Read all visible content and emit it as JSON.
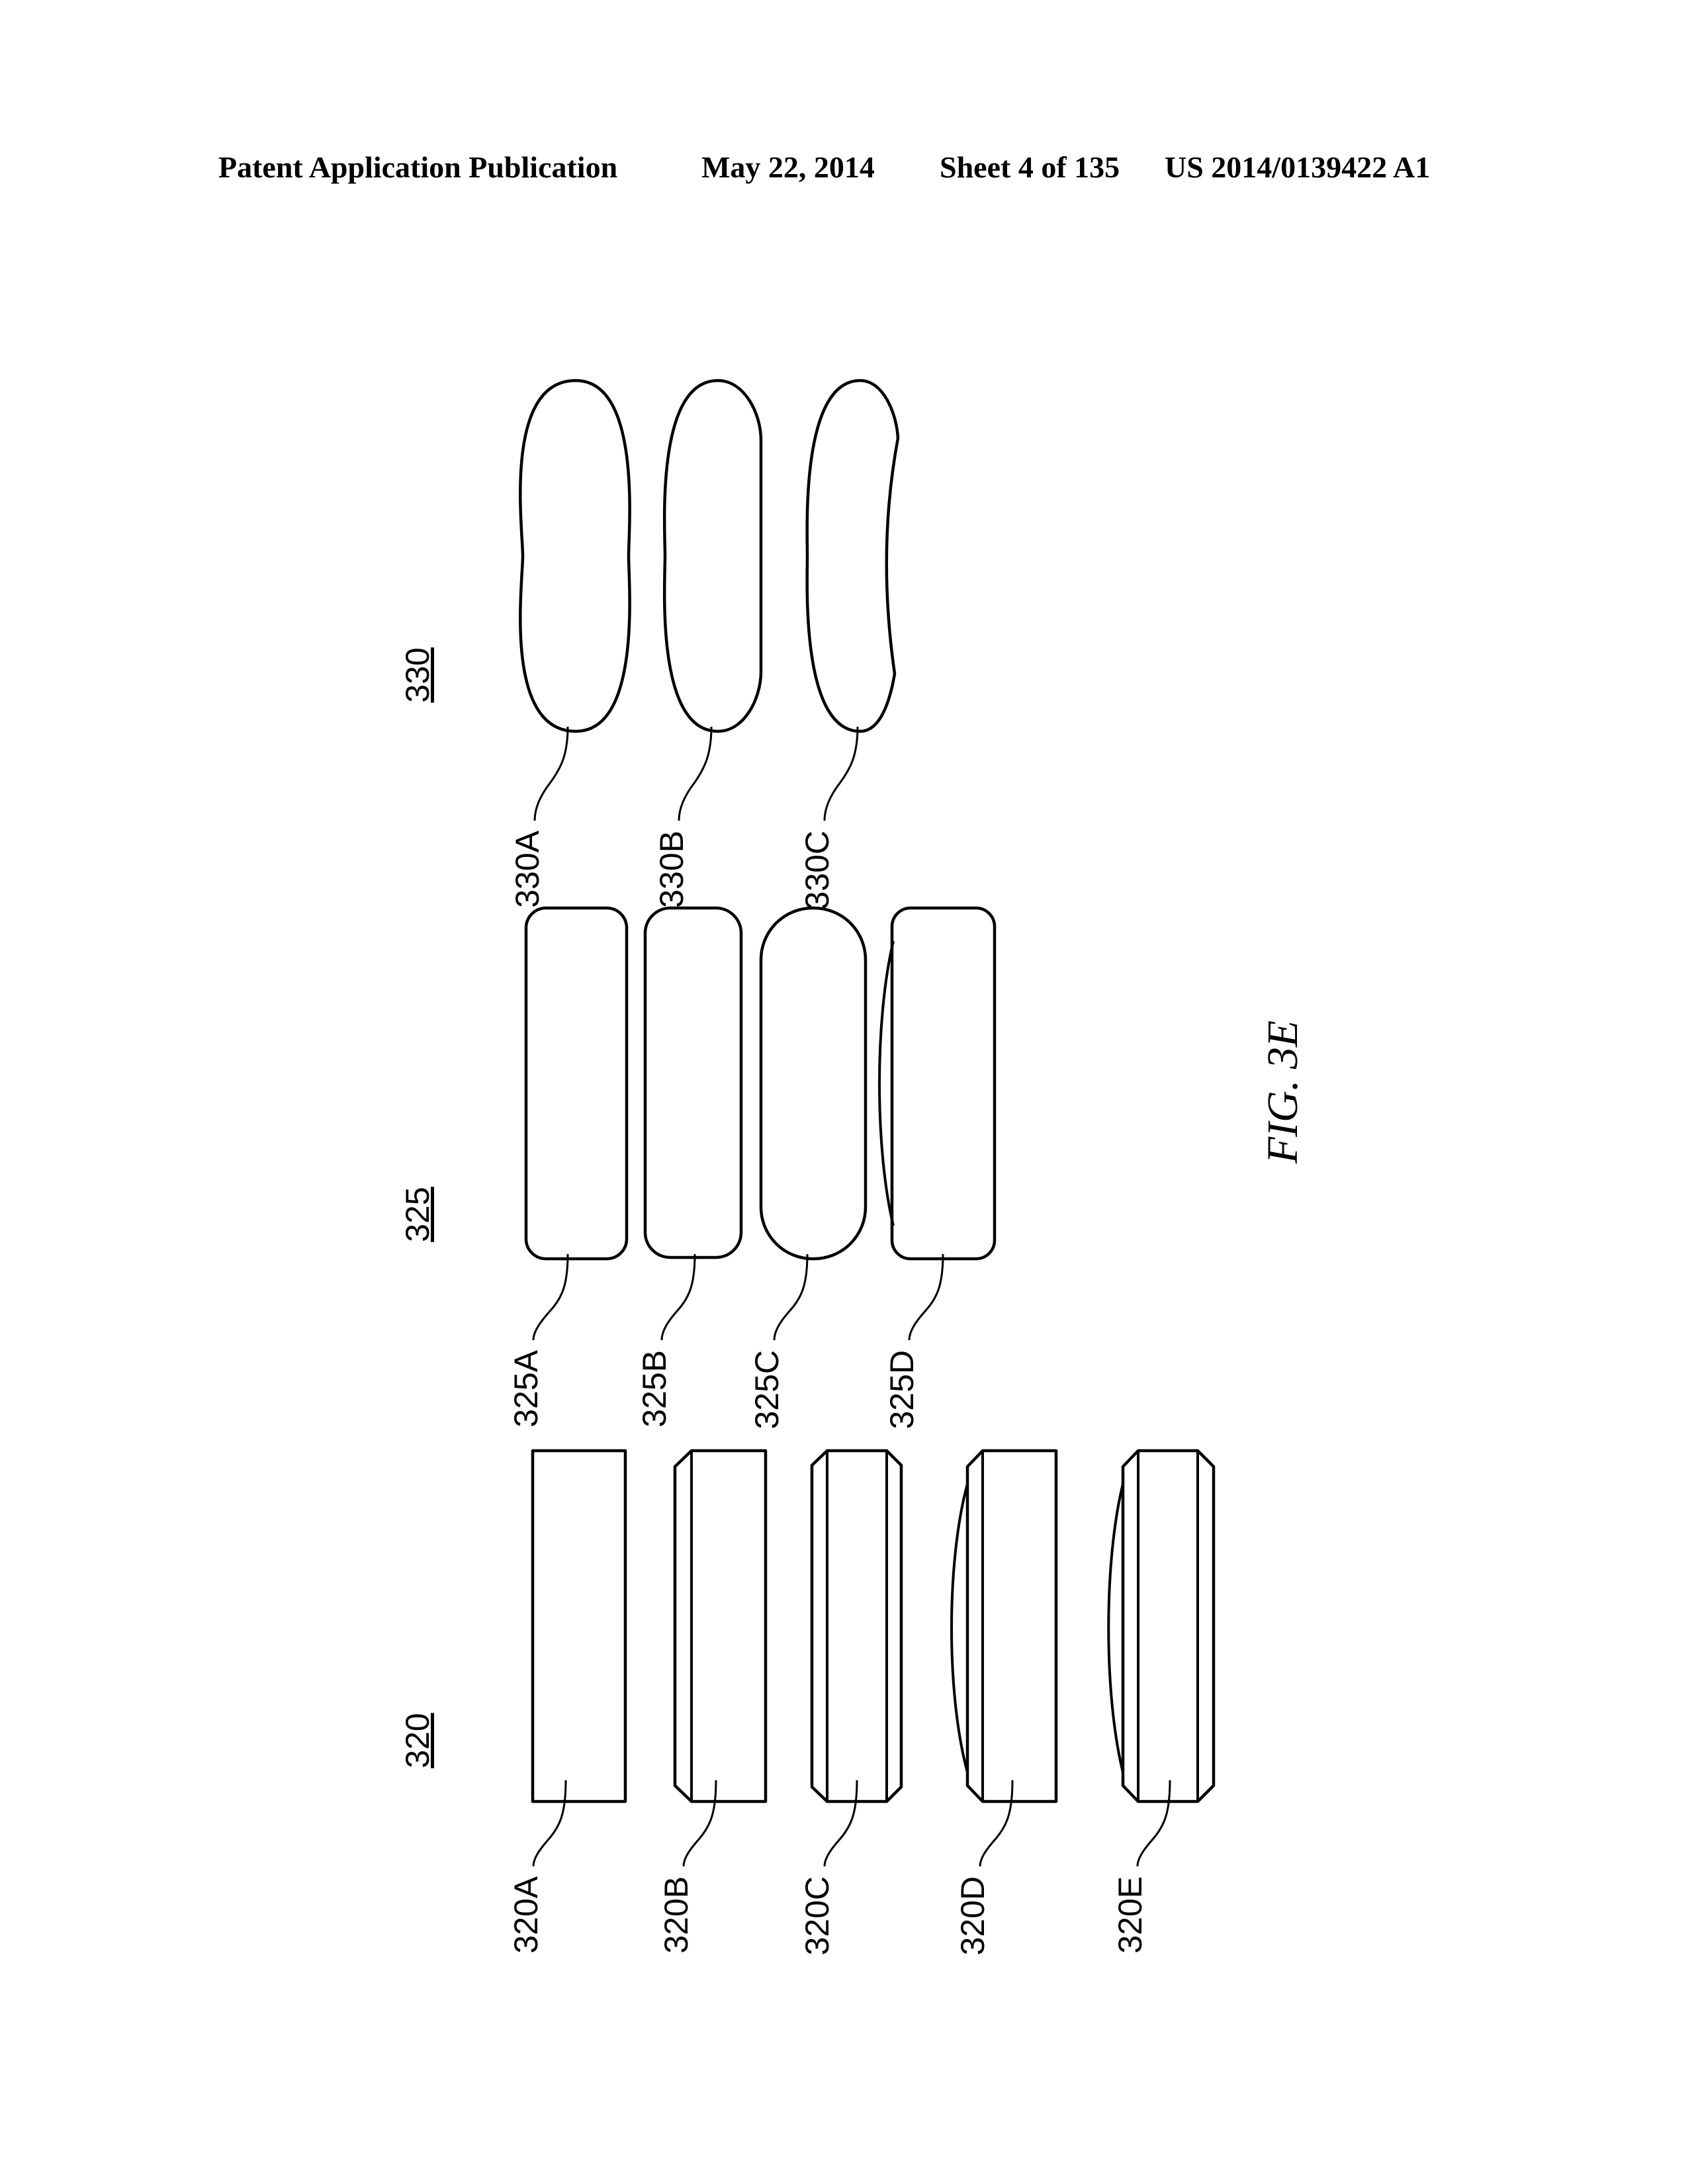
{
  "header": {
    "publication": "Patent Application Publication",
    "date": "May 22, 2014",
    "sheet": "Sheet 4 of 135",
    "number": "US 2014/0139422 A1"
  },
  "figure": {
    "label": "FIG. 3E"
  },
  "groups": [
    {
      "label": "320",
      "items": [
        "320A",
        "320B",
        "320C",
        "320D",
        "320E"
      ]
    },
    {
      "label": "325",
      "items": [
        "325A",
        "325B",
        "325C",
        "325D"
      ]
    },
    {
      "label": "330",
      "items": [
        "330A",
        "330B",
        "330C"
      ]
    }
  ]
}
